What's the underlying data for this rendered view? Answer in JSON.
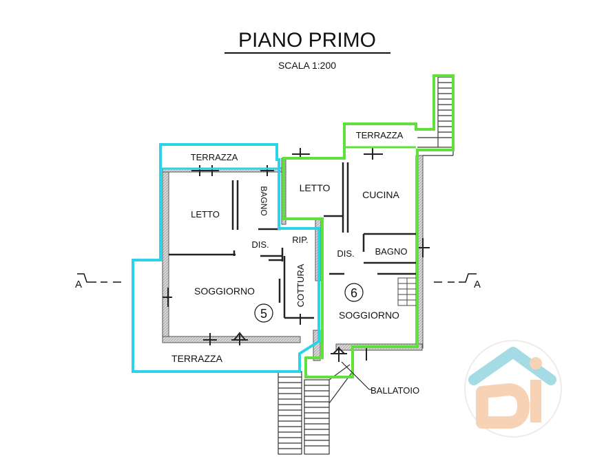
{
  "header": {
    "title": "PIANO PRIMO",
    "scale": "SCALA 1:200"
  },
  "units": {
    "unit5": {
      "number": "5",
      "outline_color": "#2ad3e6",
      "rooms": {
        "terrace_top": "TERRAZZA",
        "bedroom": "LETTO",
        "bathroom": "BAGNO",
        "hall": "DIS.",
        "storage": "RIP.",
        "living": "SOGGIORNO",
        "kitchenette": "COTTURA",
        "terrace_bottom": "TERRAZZA"
      }
    },
    "unit6": {
      "number": "6",
      "outline_color": "#5fe03a",
      "rooms": {
        "terrace_top": "TERRAZZA",
        "bedroom": "LETTO",
        "kitchen": "CUCINA",
        "hall": "DIS.",
        "bathroom": "BAGNO",
        "living": "SOGGIORNO"
      }
    }
  },
  "ballatoio": "BALLATOIO",
  "section_marks": {
    "left": "A",
    "right": "A"
  },
  "logo": {
    "text": "DI",
    "roof_color": "#8fd3de",
    "letters_color": "#f6c7a3"
  }
}
